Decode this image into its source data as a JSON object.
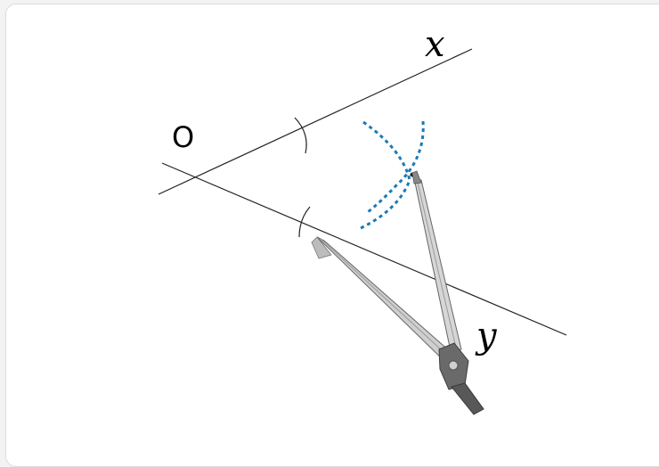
{
  "diagram": {
    "point_label": "O",
    "ray1_label": "x",
    "ray2_label": "y"
  },
  "colors": {
    "arc_color": "#1a7ab8",
    "line_color": "#222222",
    "compass_body": "#c8c8c8",
    "compass_dark": "#555555"
  },
  "icons": {
    "tool": "compass-icon"
  }
}
